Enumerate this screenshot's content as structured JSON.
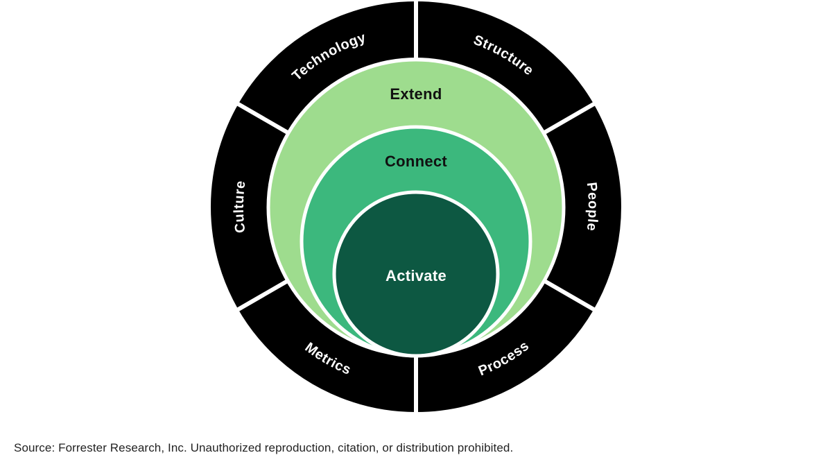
{
  "diagram": {
    "ring": {
      "color": "#000000",
      "divider_color": "#FFFFFF",
      "label_color": "#FFFFFF",
      "segments": [
        {
          "label": "Technology",
          "position": "top-left"
        },
        {
          "label": "Structure",
          "position": "top-right"
        },
        {
          "label": "Culture",
          "position": "left"
        },
        {
          "label": "People",
          "position": "right"
        },
        {
          "label": "Metrics",
          "position": "bottom-left"
        },
        {
          "label": "Process",
          "position": "bottom-right"
        }
      ]
    },
    "circles": [
      {
        "label": "Extend",
        "fill": "#9EDC8E",
        "text_color": "#111111",
        "stroke": "#FFFFFF"
      },
      {
        "label": "Connect",
        "fill": "#3CB87D",
        "text_color": "#111111",
        "stroke": "#FFFFFF"
      },
      {
        "label": "Activate",
        "fill": "#0D5842",
        "text_color": "#FFFFFF",
        "stroke": "#FFFFFF"
      }
    ]
  },
  "footer": {
    "source_text": "Source: Forrester Research, Inc. Unauthorized reproduction, citation, or distribution prohibited."
  }
}
